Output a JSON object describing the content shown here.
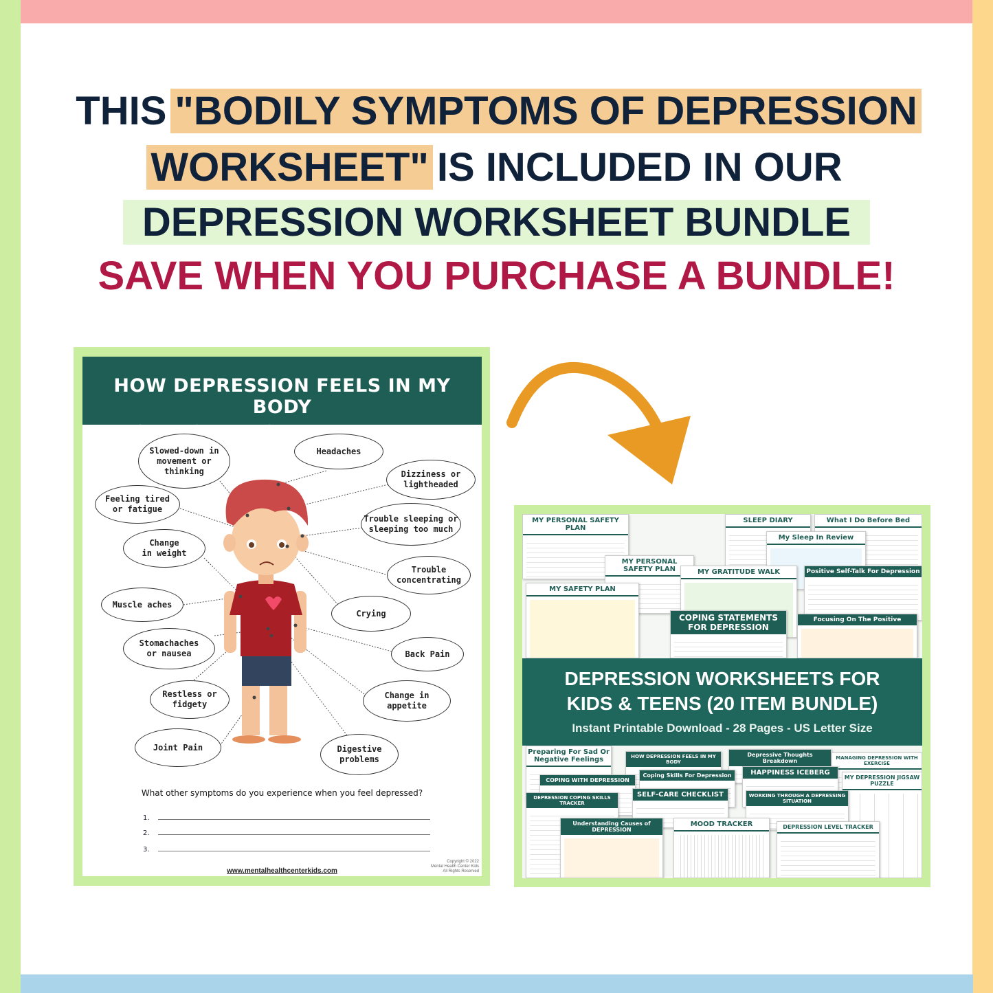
{
  "headline": {
    "line1_plain": "THIS",
    "line1_highlight": "\"BODILY SYMPTOMS OF DEPRESSION",
    "line2_highlight": "WORKSHEET\"",
    "line2_plain": "IS INCLUDED IN OUR",
    "line3": "DEPRESSION WORKSHEET BUNDLE",
    "line4": "SAVE WHEN YOU PURCHASE A BUNDLE!"
  },
  "colors": {
    "teal": "#1F5E55",
    "red": "#B01945",
    "peach": "#F5CC94",
    "green_frame": "#C9EEA0",
    "arrow": "#E89A24"
  },
  "worksheet": {
    "title": "HOW DEPRESSION FEELS IN MY BODY",
    "subtitle": "Color in the feelings you have in your body when you feel depressed.",
    "bubbles": [
      {
        "text": "Slowed-down in\nmovement or\nthinking"
      },
      {
        "text": "Headaches"
      },
      {
        "text": "Dizziness or\nlightheaded"
      },
      {
        "text": "Feeling tired\nor fatigue"
      },
      {
        "text": "Trouble sleeping or\nsleeping too much"
      },
      {
        "text": "Change\nin weight"
      },
      {
        "text": "Trouble\nconcentrating"
      },
      {
        "text": "Muscle aches"
      },
      {
        "text": "Crying"
      },
      {
        "text": "Stomachaches\nor nausea"
      },
      {
        "text": "Back Pain"
      },
      {
        "text": "Restless or\nfidgety"
      },
      {
        "text": "Change in\nappetite"
      },
      {
        "text": "Joint Pain"
      },
      {
        "text": "Digestive\nproblems"
      }
    ],
    "question": "What other symptoms do you experience when you feel depressed?",
    "answer_numbers": [
      "1.",
      "2.",
      "3."
    ],
    "url": "www.mentalhealthcenterkids.com",
    "copyright": "Copyright © 2022\nMental Health Center Kids\nAll Rights Reserved"
  },
  "bundle": {
    "title": "DEPRESSION WORKSHEETS FOR\nKIDS & TEENS (20 ITEM BUNDLE)",
    "subtitle": "Instant Printable Download - 28 Pages - US Letter Size",
    "top_pages": [
      "MY PERSONAL SAFETY PLAN",
      "MY PERSONAL SAFETY PLAN",
      "MY SAFETY PLAN",
      "SLEEP DIARY",
      "What I Do Before Bed",
      "My Sleep In Review",
      "MY GRATITUDE WALK",
      "Positive Self-Talk For Depression",
      "COPING STATEMENTS FOR DEPRESSION",
      "Focusing On The Positive"
    ],
    "bottom_pages": [
      "Preparing For Sad Or Negative Feelings",
      "HOW DEPRESSION FEELS IN MY BODY",
      "COPING WITH DEPRESSION",
      "Coping Skills For Depression",
      "Depressive Thoughts Breakdown",
      "MANAGING DEPRESSION WITH EXERCISE",
      "HAPPINESS ICEBERG",
      "MY DEPRESSION JIGSAW PUZZLE",
      "DEPRESSION COPING SKILLS TRACKER",
      "SELF-CARE CHECKLIST",
      "WORKING THROUGH A DEPRESSING SITUATION",
      "Understanding Causes of DEPRESSION",
      "MOOD TRACKER",
      "DEPRESSION LEVEL TRACKER"
    ]
  }
}
